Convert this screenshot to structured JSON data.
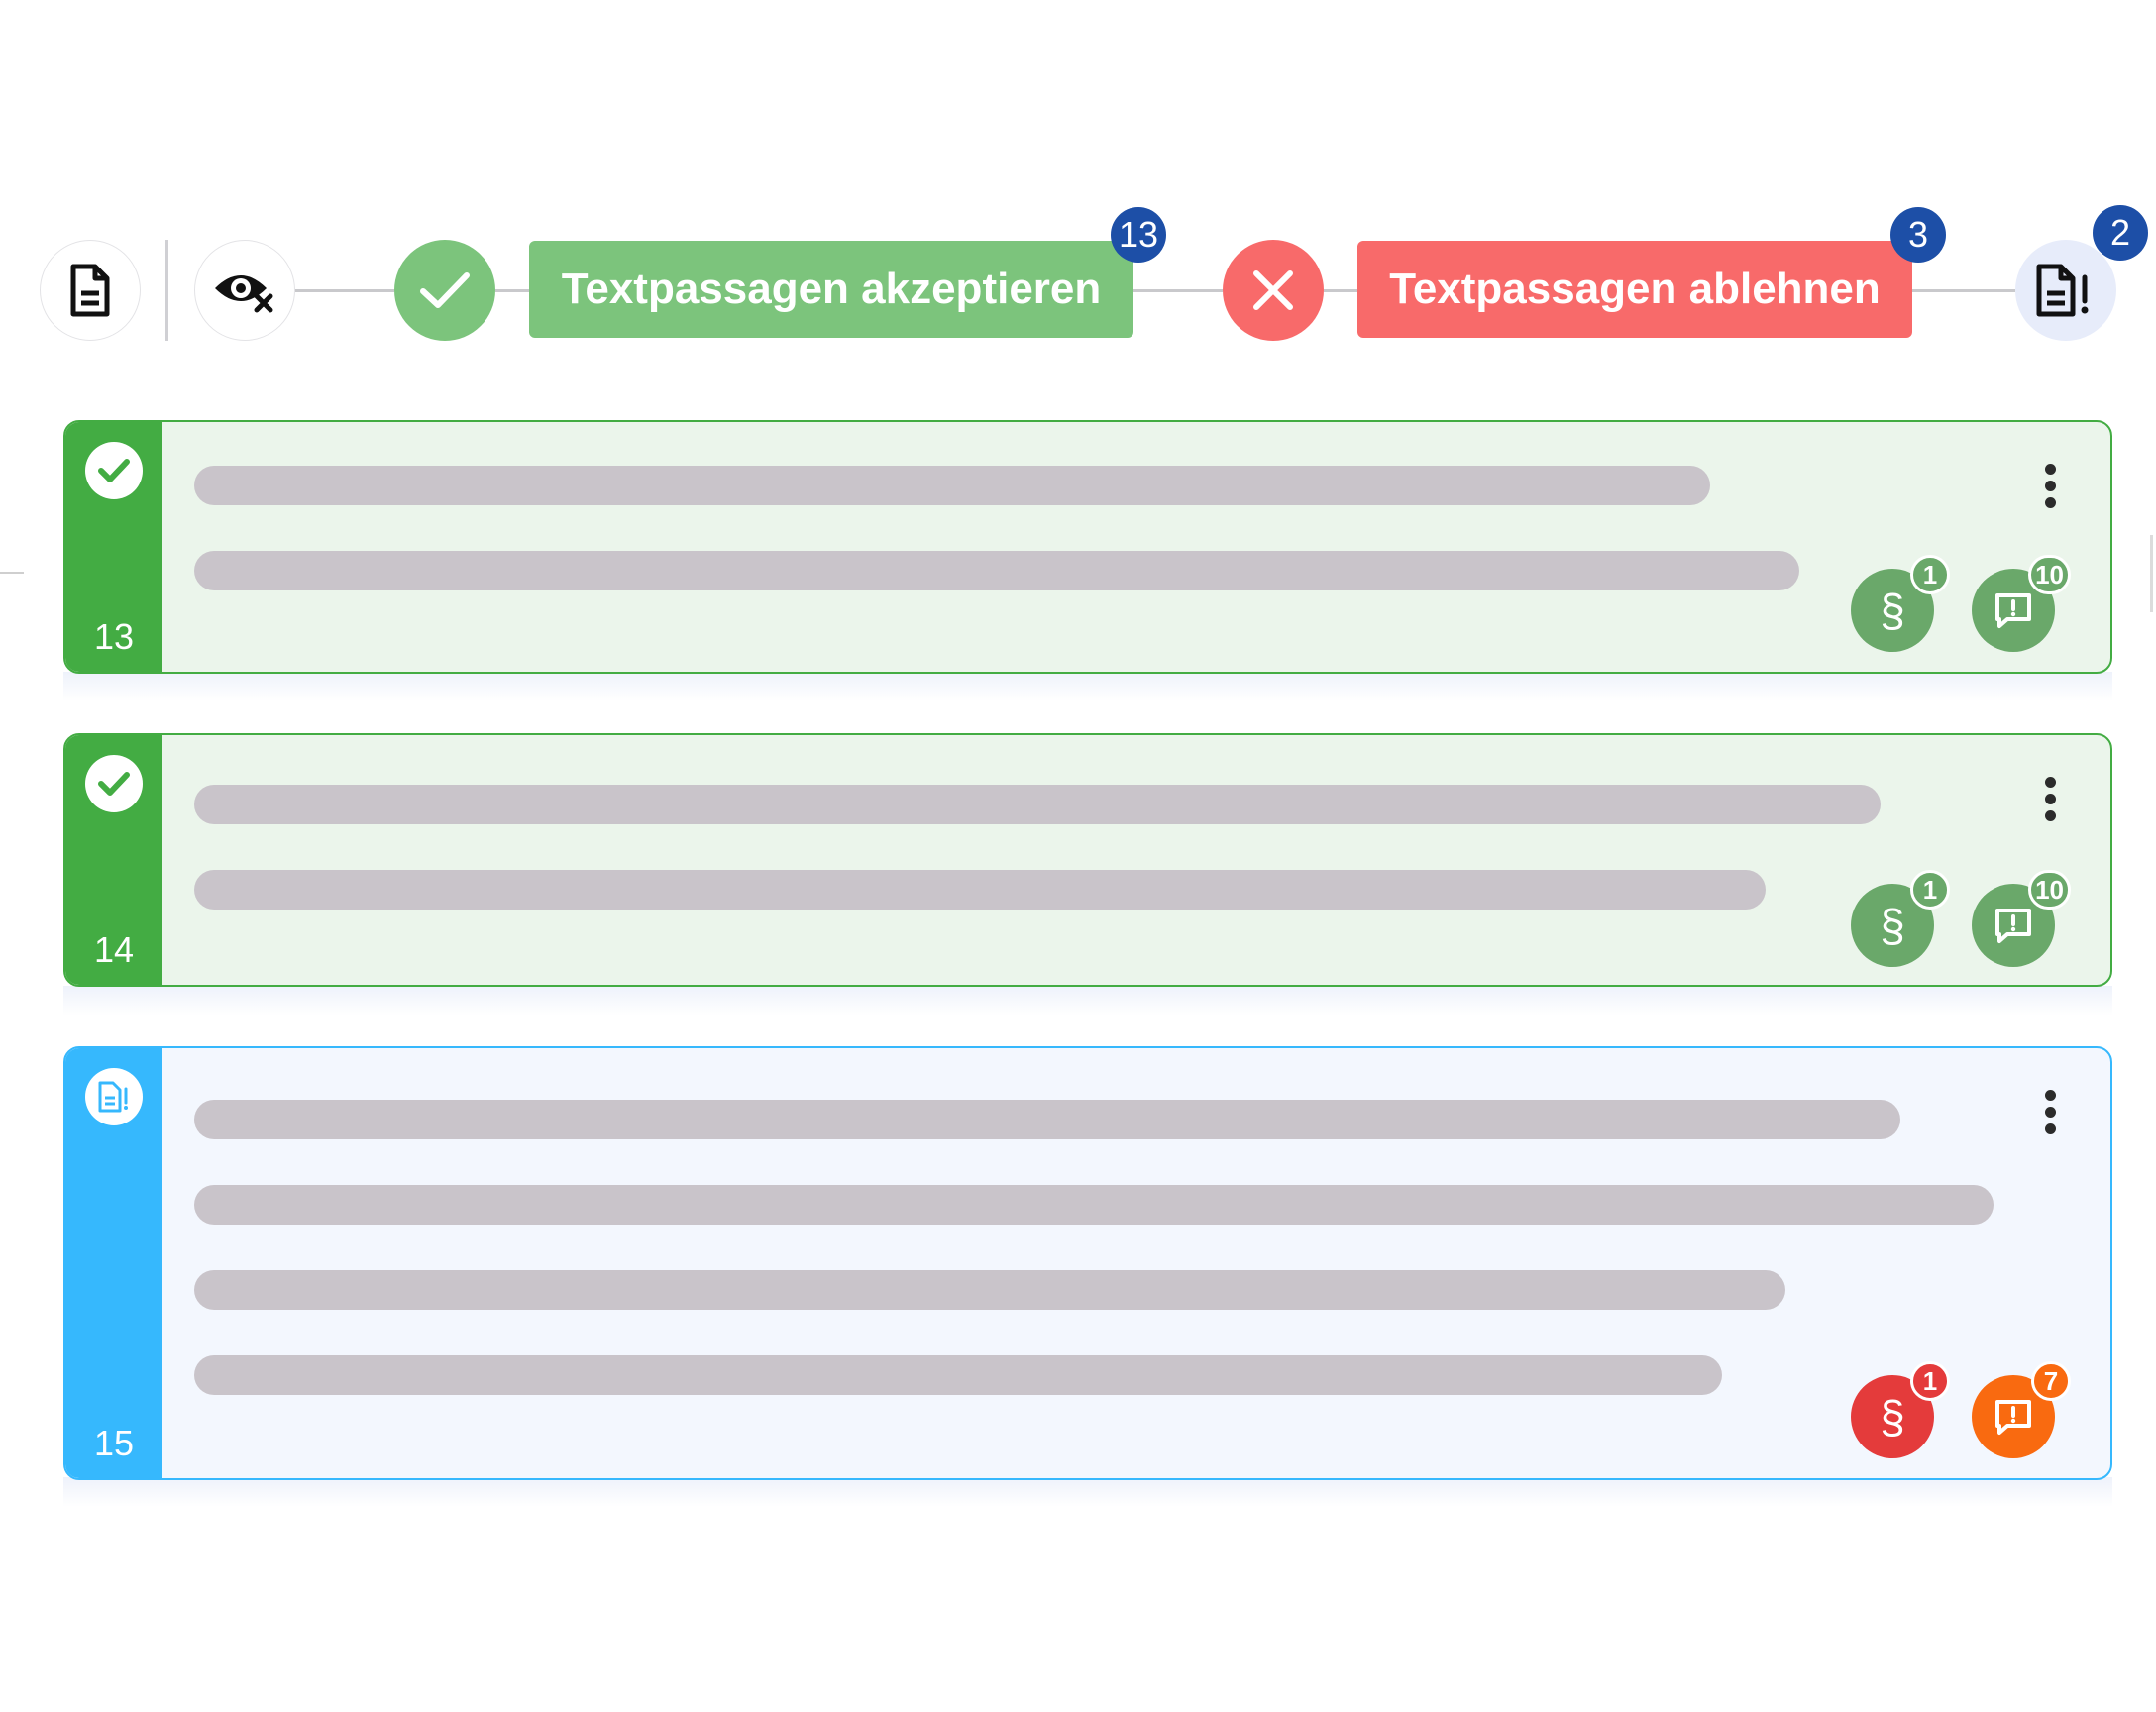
{
  "toolbar": {
    "accept_label": "Textpassagen akzeptieren",
    "accept_count": "13",
    "reject_label": "Textpassagen ablehnen",
    "reject_count": "3",
    "notes_count": "2"
  },
  "cards": [
    {
      "number": "13",
      "status": "accepted",
      "law_count": "1",
      "comment_count": "10"
    },
    {
      "number": "14",
      "status": "accepted",
      "law_count": "1",
      "comment_count": "10"
    },
    {
      "number": "15",
      "status": "note",
      "law_count": "1",
      "comment_count": "7"
    }
  ],
  "icons": {
    "law_symbol": "§"
  },
  "colors": {
    "accept": "#43ac43",
    "accept_light": "#7cc47c",
    "reject": "#f86a6a",
    "note": "#36b8fd",
    "badge_blue": "#1d4fa7",
    "law_red": "#e43b3b",
    "comment_orange": "#f96a10"
  }
}
